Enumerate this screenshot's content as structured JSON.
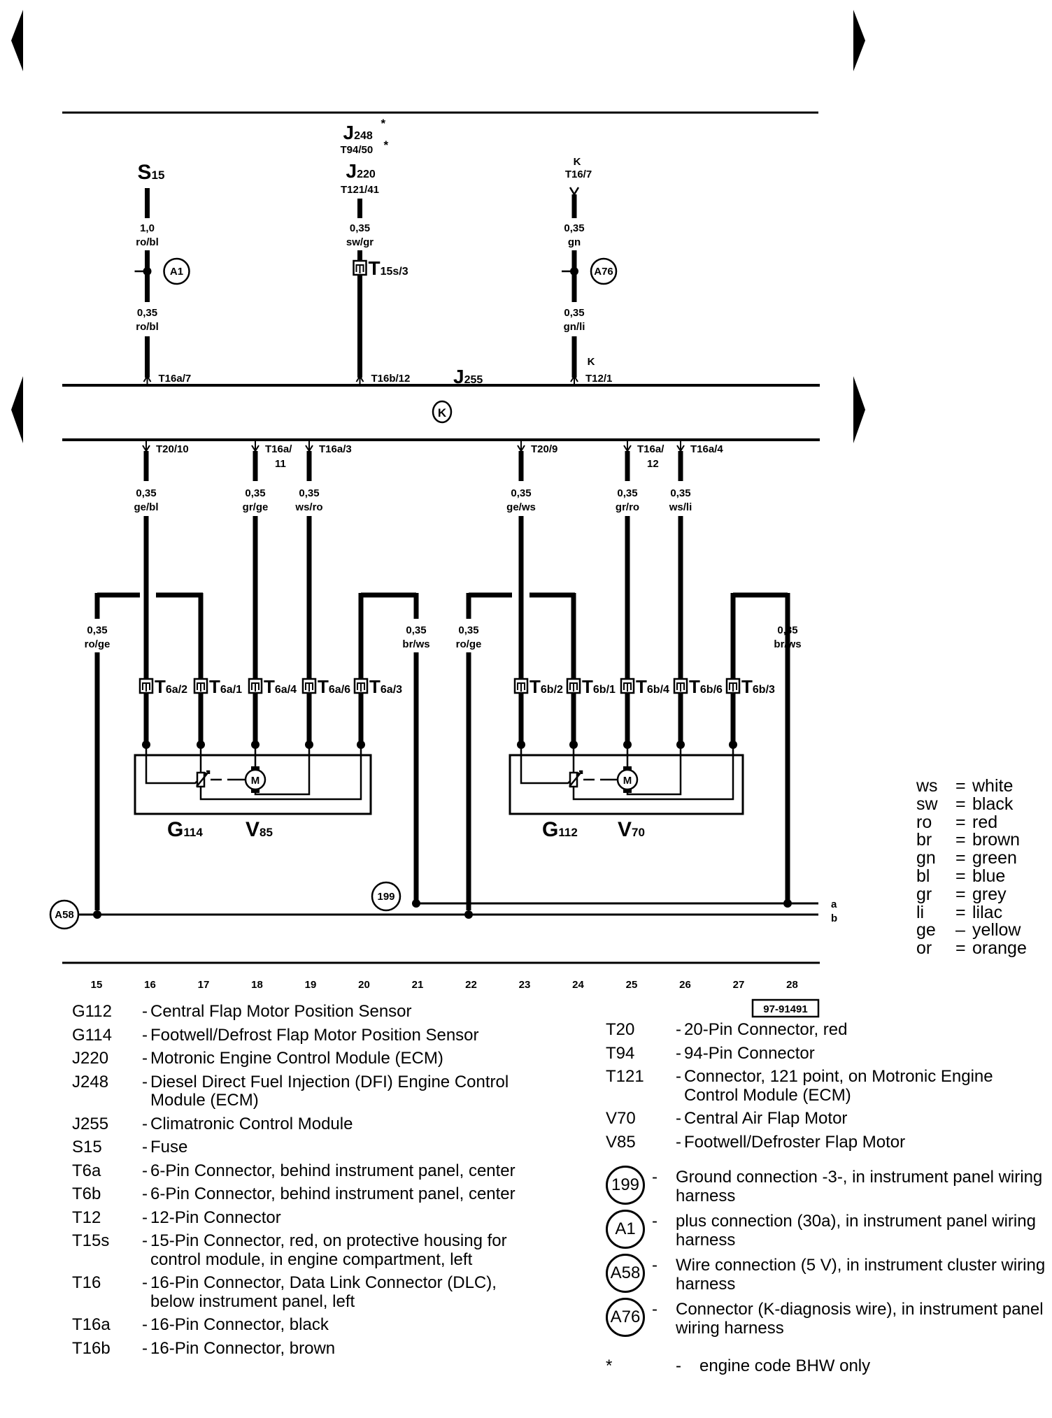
{
  "navigation": {
    "prev_label": "previous page",
    "next_label": "next page"
  },
  "diagram": {
    "module": {
      "code": "J",
      "sub": "255",
      "ground_symbol": "K"
    },
    "top_sources": [
      {
        "col": 16,
        "name": "S",
        "sub": "15",
        "wire1_size": "1,0",
        "wire1_color": "ro/bl",
        "junction": "A1",
        "wire2_size": "0,35",
        "wire2_color": "ro/bl",
        "pin": "T16a/7"
      },
      {
        "col": 20,
        "alt_name": "J",
        "alt_sub": "248",
        "alt_pin": "T94/50",
        "asterisk": "*",
        "name": "J",
        "sub": "220",
        "pin_top": "T121/41",
        "wire1_size": "0,35",
        "wire1_color": "sw/gr",
        "connector": "T",
        "connector_sub": "15s/3",
        "pin": "T16b/12"
      },
      {
        "col": 25,
        "k_top": "K",
        "pin_top": "T16/7",
        "wire1_size": "0,35",
        "wire1_color": "gn",
        "junction": "A76",
        "wire2_size": "0,35",
        "wire2_color": "gn/li",
        "k_bottom": "K",
        "pin": "T12/1"
      }
    ],
    "module_outputs": [
      {
        "col": 16,
        "pin": "T20/10",
        "size": "0,35",
        "color": "ge/bl"
      },
      {
        "col": 18,
        "pin": "T16a/",
        "pin2": "11",
        "size": "0,35",
        "color": "gr/ge"
      },
      {
        "col": 19,
        "pin": "T16a/3",
        "size": "0,35",
        "color": "ws/ro"
      },
      {
        "col": 23,
        "pin": "T20/9",
        "size": "0,35",
        "color": "ge/ws"
      },
      {
        "col": 25,
        "pin": "T16a/",
        "pin2": "12",
        "size": "0,35",
        "color": "gr/ro"
      },
      {
        "col": 26,
        "pin": "T16a/4",
        "size": "0,35",
        "color": "ws/li"
      }
    ],
    "feed_wires": [
      {
        "col": 15,
        "size": "0,35",
        "color": "ro/ge"
      },
      {
        "col": 21,
        "size": "0,35",
        "color": "br/ws"
      },
      {
        "col": 22,
        "size": "0,35",
        "color": "ro/ge"
      },
      {
        "col": 28,
        "size": "0,35",
        "color": "br/ws"
      }
    ],
    "motor_groups": [
      {
        "sensor": "G",
        "sensor_sub": "114",
        "motor": "V",
        "motor_sub": "85",
        "motor_symbol": "M",
        "connectors": [
          {
            "col": 16,
            "code": "T",
            "sub": "6a/2"
          },
          {
            "col": 17,
            "code": "T",
            "sub": "6a/1"
          },
          {
            "col": 18,
            "code": "T",
            "sub": "6a/4"
          },
          {
            "col": 19,
            "code": "T",
            "sub": "6a/6"
          },
          {
            "col": 20,
            "code": "T",
            "sub": "6a/3"
          }
        ]
      },
      {
        "sensor": "G",
        "sensor_sub": "112",
        "motor": "V",
        "motor_sub": "70",
        "motor_symbol": "M",
        "connectors": [
          {
            "col": 23,
            "code": "T",
            "sub": "6b/2"
          },
          {
            "col": 24,
            "code": "T",
            "sub": "6b/1"
          },
          {
            "col": 25,
            "code": "T",
            "sub": "6b/4"
          },
          {
            "col": 26,
            "code": "T",
            "sub": "6b/6"
          },
          {
            "col": 27,
            "code": "T",
            "sub": "6b/3"
          }
        ]
      }
    ],
    "ground": {
      "a_label": "a",
      "b_label": "b",
      "a_point": "199",
      "b_point": "A58"
    },
    "columns": [
      "15",
      "16",
      "17",
      "18",
      "19",
      "20",
      "21",
      "22",
      "23",
      "24",
      "25",
      "26",
      "27",
      "28"
    ],
    "figure_id": "97-91491"
  },
  "color_codes": [
    {
      "abbr": "ws",
      "sep": "=",
      "name": "white"
    },
    {
      "abbr": "sw",
      "sep": "=",
      "name": "black"
    },
    {
      "abbr": "ro",
      "sep": "=",
      "name": "red"
    },
    {
      "abbr": "br",
      "sep": "=",
      "name": "brown"
    },
    {
      "abbr": "gn",
      "sep": "=",
      "name": "green"
    },
    {
      "abbr": "bl",
      "sep": "=",
      "name": "blue"
    },
    {
      "abbr": "gr",
      "sep": "=",
      "name": "grey"
    },
    {
      "abbr": "li",
      "sep": "=",
      "name": "lilac"
    },
    {
      "abbr": "ge",
      "sep": "–",
      "name": "yellow"
    },
    {
      "abbr": "or",
      "sep": "=",
      "name": "orange"
    }
  ],
  "legend_left": [
    {
      "code": "G112",
      "dash": "-",
      "desc": "Central Flap Motor Position Sensor"
    },
    {
      "code": "G114",
      "dash": "-",
      "desc": "Footwell/Defrost Flap Motor Position Sensor"
    },
    {
      "code": "J220",
      "dash": "-",
      "desc": "Motronic Engine Control Module (ECM)"
    },
    {
      "code": "J248",
      "dash": "-",
      "desc": "Diesel Direct Fuel Injection (DFI) Engine Control Module (ECM)"
    },
    {
      "code": "J255",
      "dash": "-",
      "desc": "Climatronic Control Module"
    },
    {
      "code": "S15",
      "dash": "-",
      "desc": "Fuse"
    },
    {
      "code": "T6a",
      "dash": "-",
      "desc": "6-Pin Connector, behind instrument panel, center"
    },
    {
      "code": "T6b",
      "dash": "-",
      "desc": "6-Pin Connector, behind instrument panel, center"
    },
    {
      "code": "T12",
      "dash": "-",
      "desc": "12-Pin Connector"
    },
    {
      "code": "T15s",
      "dash": "-",
      "desc": "15-Pin Connector, red, on protective housing for control module, in engine compartment, left"
    },
    {
      "code": "T16",
      "dash": "-",
      "desc": "16-Pin Connector, Data Link Connector (DLC), below instrument panel, left"
    },
    {
      "code": "T16a",
      "dash": "-",
      "desc": "16-Pin Connector, black"
    },
    {
      "code": "T16b",
      "dash": "-",
      "desc": "16-Pin Connector, brown"
    }
  ],
  "legend_right": [
    {
      "code": "T20",
      "dash": "-",
      "desc": "20-Pin Connector, red"
    },
    {
      "code": "T94",
      "dash": "-",
      "desc": "94-Pin Connector"
    },
    {
      "code": "T121",
      "dash": "-",
      "desc": "Connector, 121 point, on Motronic Engine Control Module (ECM)"
    },
    {
      "code": "V70",
      "dash": "-",
      "desc": "Central Air Flap Motor"
    },
    {
      "code": "V85",
      "dash": "-",
      "desc": "Footwell/Defroster Flap Motor"
    }
  ],
  "legend_points": [
    {
      "code": "199",
      "dash": "-",
      "desc": "Ground connection -3-, in instrument panel wiring harness"
    },
    {
      "code": "A1",
      "dash": "-",
      "desc": "plus connection (30a), in instrument panel wiring harness"
    },
    {
      "code": "A58",
      "dash": "-",
      "desc": "Wire connection (5 V), in instrument cluster wiring harness"
    },
    {
      "code": "A76",
      "dash": "-",
      "desc": "Connector (K-diagnosis wire), in instrument panel wiring harness"
    }
  ],
  "footnote": {
    "code": "*",
    "dash": "-",
    "desc": "engine code BHW only"
  }
}
